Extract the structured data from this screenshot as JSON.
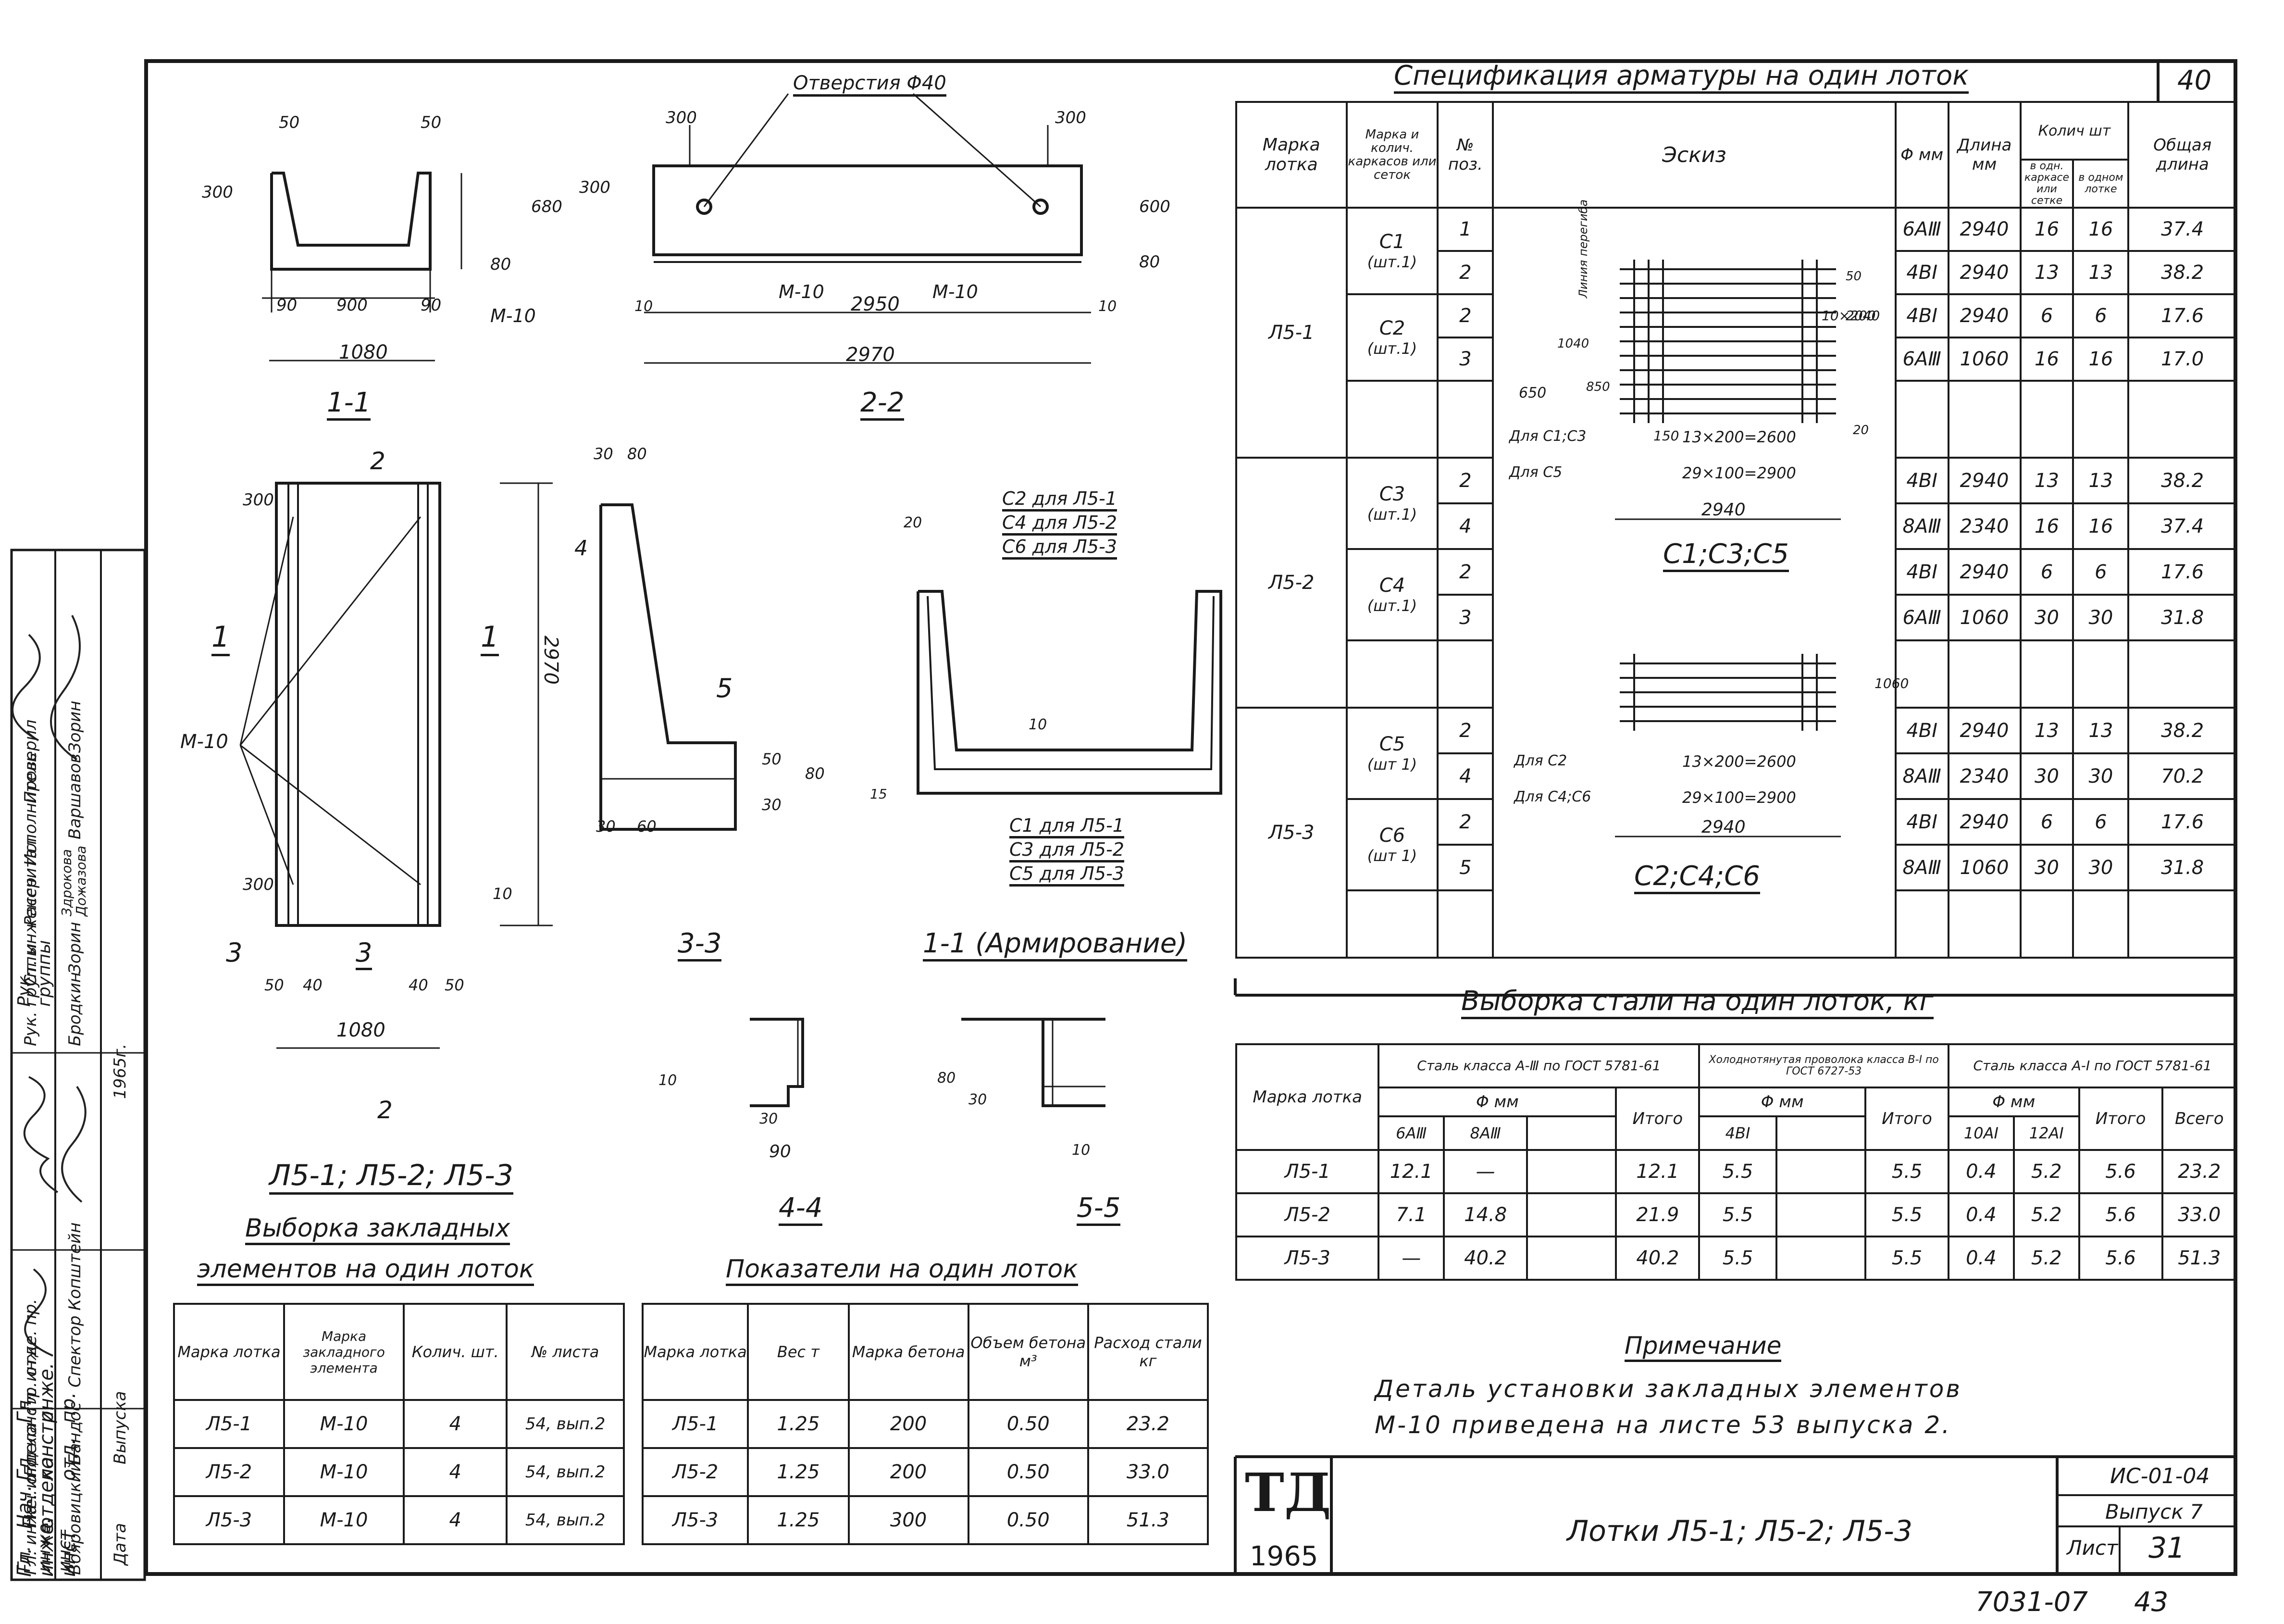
{
  "sheet_number": "40",
  "spec": {
    "title": "Спецификация арматуры на один лоток",
    "headers": {
      "mark": "Марка лотка",
      "frames": "Марка и колич. каркасов или сеток",
      "pos": "№ поз.",
      "sketch": "Эскиз",
      "dia": "Φ мм",
      "length": "Длина мм",
      "qty": "Колич шт",
      "qty_frame": "в одн. каркасе или сетке",
      "qty_tray": "в одном лотке",
      "total": "Общая длина"
    },
    "groups": [
      {
        "mark": "Л5-1",
        "frames": [
          {
            "name": "С1",
            "count": "(шт.1)"
          },
          {
            "name": "С2",
            "count": "(шт.1)"
          }
        ],
        "rows": [
          {
            "pos": "1",
            "dia": "6АⅢ",
            "len": "2940",
            "q1": "16",
            "q2": "16",
            "total": "37.4"
          },
          {
            "pos": "2",
            "dia": "4ВⅠ",
            "len": "2940",
            "q1": "13",
            "q2": "13",
            "total": "38.2"
          },
          {
            "pos": "2",
            "dia": "4ВⅠ",
            "len": "2940",
            "q1": "6",
            "q2": "6",
            "total": "17.6"
          },
          {
            "pos": "3",
            "dia": "6АⅢ",
            "len": "1060",
            "q1": "16",
            "q2": "16",
            "total": "17.0"
          }
        ]
      },
      {
        "mark": "Л5-2",
        "frames": [
          {
            "name": "С3",
            "count": "(шт.1)"
          },
          {
            "name": "С4",
            "count": "(шт.1)"
          }
        ],
        "rows": [
          {
            "pos": "2",
            "dia": "4ВⅠ",
            "len": "2940",
            "q1": "13",
            "q2": "13",
            "total": "38.2"
          },
          {
            "pos": "4",
            "dia": "8АⅢ",
            "len": "2340",
            "q1": "16",
            "q2": "16",
            "total": "37.4"
          },
          {
            "pos": "2",
            "dia": "4ВⅠ",
            "len": "2940",
            "q1": "6",
            "q2": "6",
            "total": "17.6"
          },
          {
            "pos": "3",
            "dia": "6АⅢ",
            "len": "1060",
            "q1": "30",
            "q2": "30",
            "total": "31.8"
          }
        ]
      },
      {
        "mark": "Л5-3",
        "frames": [
          {
            "name": "С5",
            "count": "(шт 1)"
          },
          {
            "name": "С6",
            "count": "(шт 1)"
          }
        ],
        "rows": [
          {
            "pos": "2",
            "dia": "4ВⅠ",
            "len": "2940",
            "q1": "13",
            "q2": "13",
            "total": "38.2"
          },
          {
            "pos": "4",
            "dia": "8АⅢ",
            "len": "2340",
            "q1": "30",
            "q2": "30",
            "total": "70.2"
          },
          {
            "pos": "2",
            "dia": "4ВⅠ",
            "len": "2940",
            "q1": "6",
            "q2": "6",
            "total": "17.6"
          },
          {
            "pos": "5",
            "dia": "8АⅢ",
            "len": "1060",
            "q1": "30",
            "q2": "30",
            "total": "31.8"
          }
        ]
      }
    ],
    "sketch_labels": {
      "bend": "Линия перегиба",
      "dim_650": "650",
      "dim_1040": "1040",
      "dim_850": "850",
      "note_c1c3": "Для С1;С3",
      "note_c5": "Для С5",
      "dims_c1": "13×200=2600",
      "dims_c5": "29×100=2900",
      "dim_2940": "2940",
      "caption_top": "С1;С3;С5",
      "note_c2": "Для С2",
      "note_c4c6": "Для С4;С6",
      "caption_bottom": "С2;С4;С6",
      "dim_10x200": "10×200",
      "dim_2040": "2040",
      "dim_1060": "1060",
      "d20": "20",
      "d150": "150",
      "d50": "50"
    }
  },
  "steel": {
    "title": "Выборка стали на один лоток, кг",
    "col_mark": "Марка лотка",
    "grp_a3": "Сталь класса А-Ⅲ по ГОСТ 5781-61",
    "grp_b1": "Холоднотянутая проволока класса В-Ⅰ по ГОСТ 6727-53",
    "grp_a1": "Сталь класса А-Ⅰ по ГОСТ 5781-61",
    "dia_mm": "Φ мм",
    "sub": [
      "6АⅢ",
      "8АⅢ",
      "",
      "Итого",
      "4ВⅠ",
      "",
      "Итого",
      "10АⅠ",
      "12АⅠ",
      "Итого",
      "Всего"
    ],
    "rows": [
      {
        "mark": "Л5-1",
        "v": [
          "12.1",
          "—",
          "",
          "12.1",
          "5.5",
          "",
          "5.5",
          "0.4",
          "5.2",
          "5.6",
          "23.2"
        ]
      },
      {
        "mark": "Л5-2",
        "v": [
          "7.1",
          "14.8",
          "",
          "21.9",
          "5.5",
          "",
          "5.5",
          "0.4",
          "5.2",
          "5.6",
          "33.0"
        ]
      },
      {
        "mark": "Л5-3",
        "v": [
          "—",
          "40.2",
          "",
          "40.2",
          "5.5",
          "",
          "5.5",
          "0.4",
          "5.2",
          "5.6",
          "51.3"
        ]
      }
    ]
  },
  "note": {
    "title": "Примечание",
    "line1": "Деталь установки закладных элементов",
    "line2": "М-10 приведена на листе 53 выпуска 2."
  },
  "embedded": {
    "title1": "Выборка закладных",
    "title2": "элементов на один лоток",
    "headers": [
      "Марка лотка",
      "Марка закладного элемента",
      "Колич. шт.",
      "№ листа"
    ],
    "rows": [
      [
        "Л5-1",
        "М-10",
        "4",
        "54, вып.2"
      ],
      [
        "Л5-2",
        "М-10",
        "4",
        "54, вып.2"
      ],
      [
        "Л5-3",
        "М-10",
        "4",
        "54, вып.2"
      ]
    ]
  },
  "indicators": {
    "title": "Показатели на один лоток",
    "headers": [
      "Марка лотка",
      "Вес т",
      "Марка бетона",
      "Объем бетона м³",
      "Расход стали кг"
    ],
    "rows": [
      [
        "Л5-1",
        "1.25",
        "200",
        "0.50",
        "23.2"
      ],
      [
        "Л5-2",
        "1.25",
        "200",
        "0.50",
        "33.0"
      ],
      [
        "Л5-3",
        "1.25",
        "300",
        "0.50",
        "51.3"
      ]
    ]
  },
  "titleblock": {
    "logo_top": "ТД",
    "logo_bottom": "1965",
    "name": "Лотки Л5-1; Л5-2; Л5-3",
    "code": "ИС-01-04",
    "issue": "Выпуск 7",
    "sheet_label": "Лист",
    "sheet": "31"
  },
  "footer_number": "7031-07",
  "footer_suffix": "43",
  "stamp": {
    "roles": [
      "Гл. инже. инст",
      "Нач. отдела",
      "Гл. констр. отд.",
      "Гл. инже. пр.",
      "Рук. группы",
      "Ст. инженер",
      "Рассчитал",
      "Исполнитель",
      "Проверил"
    ],
    "names": [
      "Вояровицкий",
      "Бандос",
      "Спектор",
      "Копштейн",
      "Бродкин",
      "Зорин",
      "Здрокова Дожазова",
      "Варшавов",
      "Зорин"
    ],
    "date_label": "Дата",
    "date_value": "Выпуска",
    "year": "1965г."
  },
  "drawings": {
    "s11": {
      "label": "1-1",
      "d50a": "50",
      "d50b": "50",
      "d300": "300",
      "d680": "680",
      "d80": "80",
      "d90a": "90",
      "d900": "900",
      "d90b": "90",
      "d1080": "1080",
      "m10": "М-10"
    },
    "s22": {
      "label": "2-2",
      "holes": "Отверстия Φ40",
      "d300a": "300",
      "d300b": "300",
      "d300c": "300",
      "d600": "600",
      "d80": "80",
      "d10a": "10",
      "d10b": "10",
      "d2950": "2950",
      "d2970": "2970",
      "m10a": "М-10",
      "m10b": "М-10"
    },
    "plan": {
      "title": "Л5-1; Л5-2; Л5-3",
      "d300a": "300",
      "d300b": "300",
      "d2970": "2970",
      "d10": "10",
      "d50a": "50",
      "d40a": "40",
      "d40b": "40",
      "d50b": "50",
      "d1080": "1080",
      "m10": "М-10",
      "cut1a": "1",
      "cut1b": "1",
      "cut2a": "2",
      "cut2b": "2",
      "cut3a": "3",
      "cut3b": "3",
      "cut4": "4",
      "cut5": "5"
    },
    "s33": {
      "label": "3-3",
      "d30a": "30",
      "d80a": "80",
      "d50": "50",
      "d30b": "30",
      "d80b": "80",
      "d30c": "30",
      "d60": "60"
    },
    "arm": {
      "label": "1-1 (Армирование)",
      "c2": "С2 для Л5-1",
      "c4": "С4 для Л5-2",
      "c6": "С6 для Л5-3",
      "c1": "С1 для Л5-1",
      "c3": "С3 для Л5-2",
      "c5": "С5 для Л5-3",
      "d20": "20",
      "d10": "10",
      "d15": "15"
    },
    "s44": {
      "label": "4-4",
      "d10": "10",
      "d30": "30",
      "d90": "90"
    },
    "s55": {
      "label": "5-5",
      "d80": "80",
      "d30": "30",
      "d10": "10"
    }
  }
}
